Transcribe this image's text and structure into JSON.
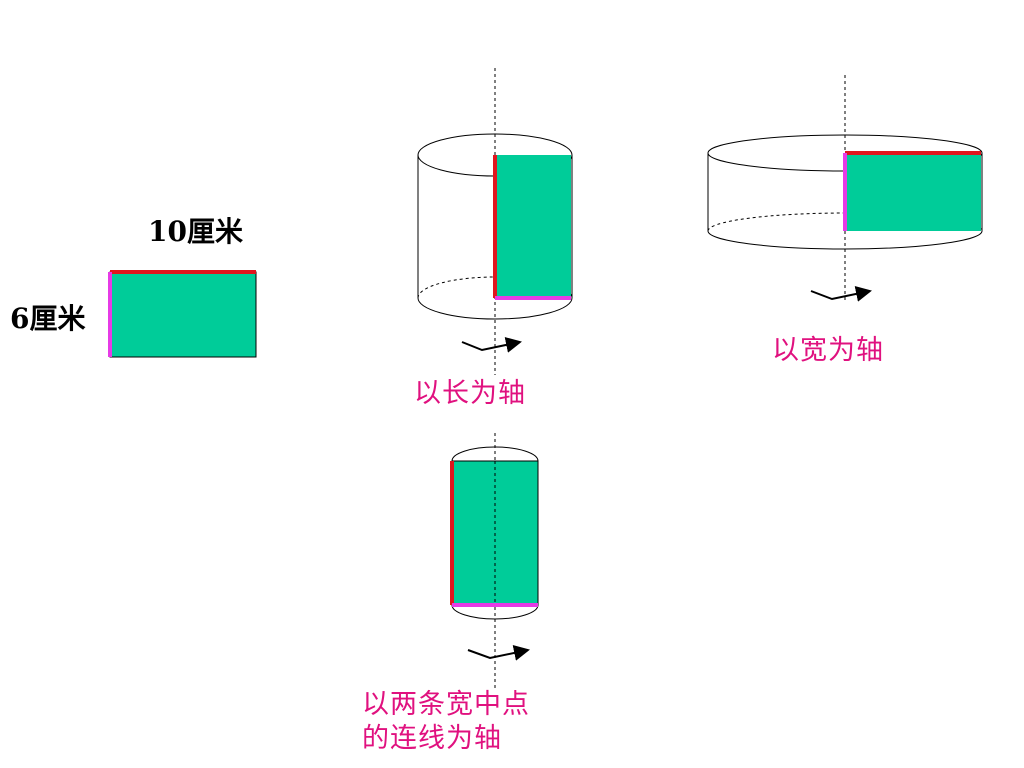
{
  "labels": {
    "length": "10厘米",
    "width": "6厘米",
    "caption_length_axis": "以长为轴",
    "caption_width_axis": "以宽为轴",
    "caption_midline_axis_line1": "以两条宽中点",
    "caption_midline_axis_line2": "的连线为轴"
  },
  "colors": {
    "rect_fill": "#00cc99",
    "length_edge": "#e0161e",
    "width_edge": "#e63be6",
    "caption": "#e0117f"
  }
}
